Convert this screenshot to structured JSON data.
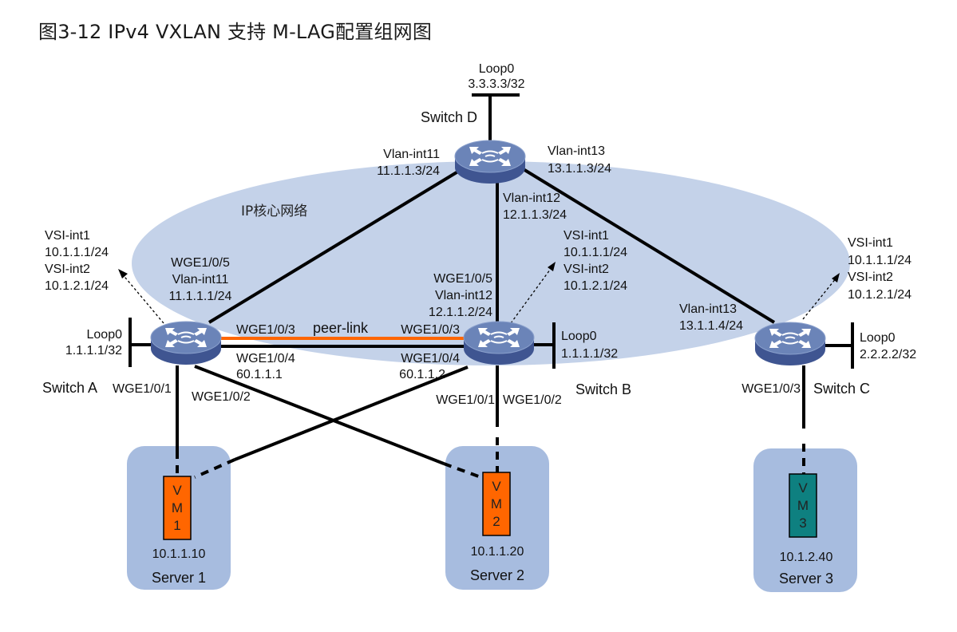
{
  "title": "图3-12 IPv4 VXLAN 支持 M-LAG配置组网图",
  "colors": {
    "ip_core_region": "#c4d2e9",
    "server_box": "#a7bcdf",
    "peer_link": "#ff6600",
    "vm_orange": "#ff6600",
    "vm_teal": "#0e8080",
    "switch_top": "#6b84b8",
    "switch_side": "#3f5591",
    "link": "#000000"
  },
  "region": {
    "label": "IP核心网络"
  },
  "switches": {
    "d": {
      "name": "Switch D",
      "loop_name": "Loop0",
      "loop_ip": "3.3.3.3/32",
      "if_a_name": "Vlan-int11",
      "if_a_ip": "11.1.1.3/24",
      "if_b_name": "Vlan-int12",
      "if_b_ip": "12.1.1.3/24",
      "if_c_name": "Vlan-int13",
      "if_c_ip": "13.1.1.3/24"
    },
    "a": {
      "name": "Switch A",
      "loop_name": "Loop0",
      "loop_ip": "1.1.1.1/32",
      "uplink_port": "WGE1/0/5",
      "uplink_if": "Vlan-int11",
      "uplink_ip": "11.1.1.1/24",
      "vsi1_name": "VSI-int1",
      "vsi1_ip": "10.1.1.1/24",
      "vsi2_name": "VSI-int2",
      "vsi2_ip": "10.1.2.1/24",
      "peer_port": "WGE1/0/3",
      "keepalive_port": "WGE1/0/4",
      "keepalive_ip": "60.1.1.1",
      "down1": "WGE1/0/1",
      "down2": "WGE1/0/2"
    },
    "b": {
      "name": "Switch B",
      "loop_name": "Loop0",
      "loop_ip": "1.1.1.1/32",
      "uplink_port": "WGE1/0/5",
      "uplink_if": "Vlan-int12",
      "uplink_ip": "12.1.1.2/24",
      "vsi1_name": "VSI-int1",
      "vsi1_ip": "10.1.1.1/24",
      "vsi2_name": "VSI-int2",
      "vsi2_ip": "10.1.2.1/24",
      "peer_port": "WGE1/0/3",
      "keepalive_port": "WGE1/0/4",
      "keepalive_ip": "60.1.1.2",
      "down1": "WGE1/0/1",
      "down2": "WGE1/0/2"
    },
    "c": {
      "name": "Switch C",
      "loop_name": "Loop0",
      "loop_ip": "2.2.2.2/32",
      "uplink_if": "Vlan-int13",
      "uplink_ip": "13.1.1.4/24",
      "vsi1_name": "VSI-int1",
      "vsi1_ip": "10.1.1.1/24",
      "vsi2_name": "VSI-int2",
      "vsi2_ip": "10.1.2.1/24",
      "down": "WGE1/0/3"
    }
  },
  "peer_link_label": "peer-link",
  "servers": [
    {
      "name": "Server 1",
      "vm": [
        "V",
        "M",
        "1"
      ],
      "ip": "10.1.1.10"
    },
    {
      "name": "Server 2",
      "vm": [
        "V",
        "M",
        "2"
      ],
      "ip": "10.1.1.20"
    },
    {
      "name": "Server 3",
      "vm": [
        "V",
        "M",
        "3"
      ],
      "ip": "10.1.2.40"
    }
  ]
}
